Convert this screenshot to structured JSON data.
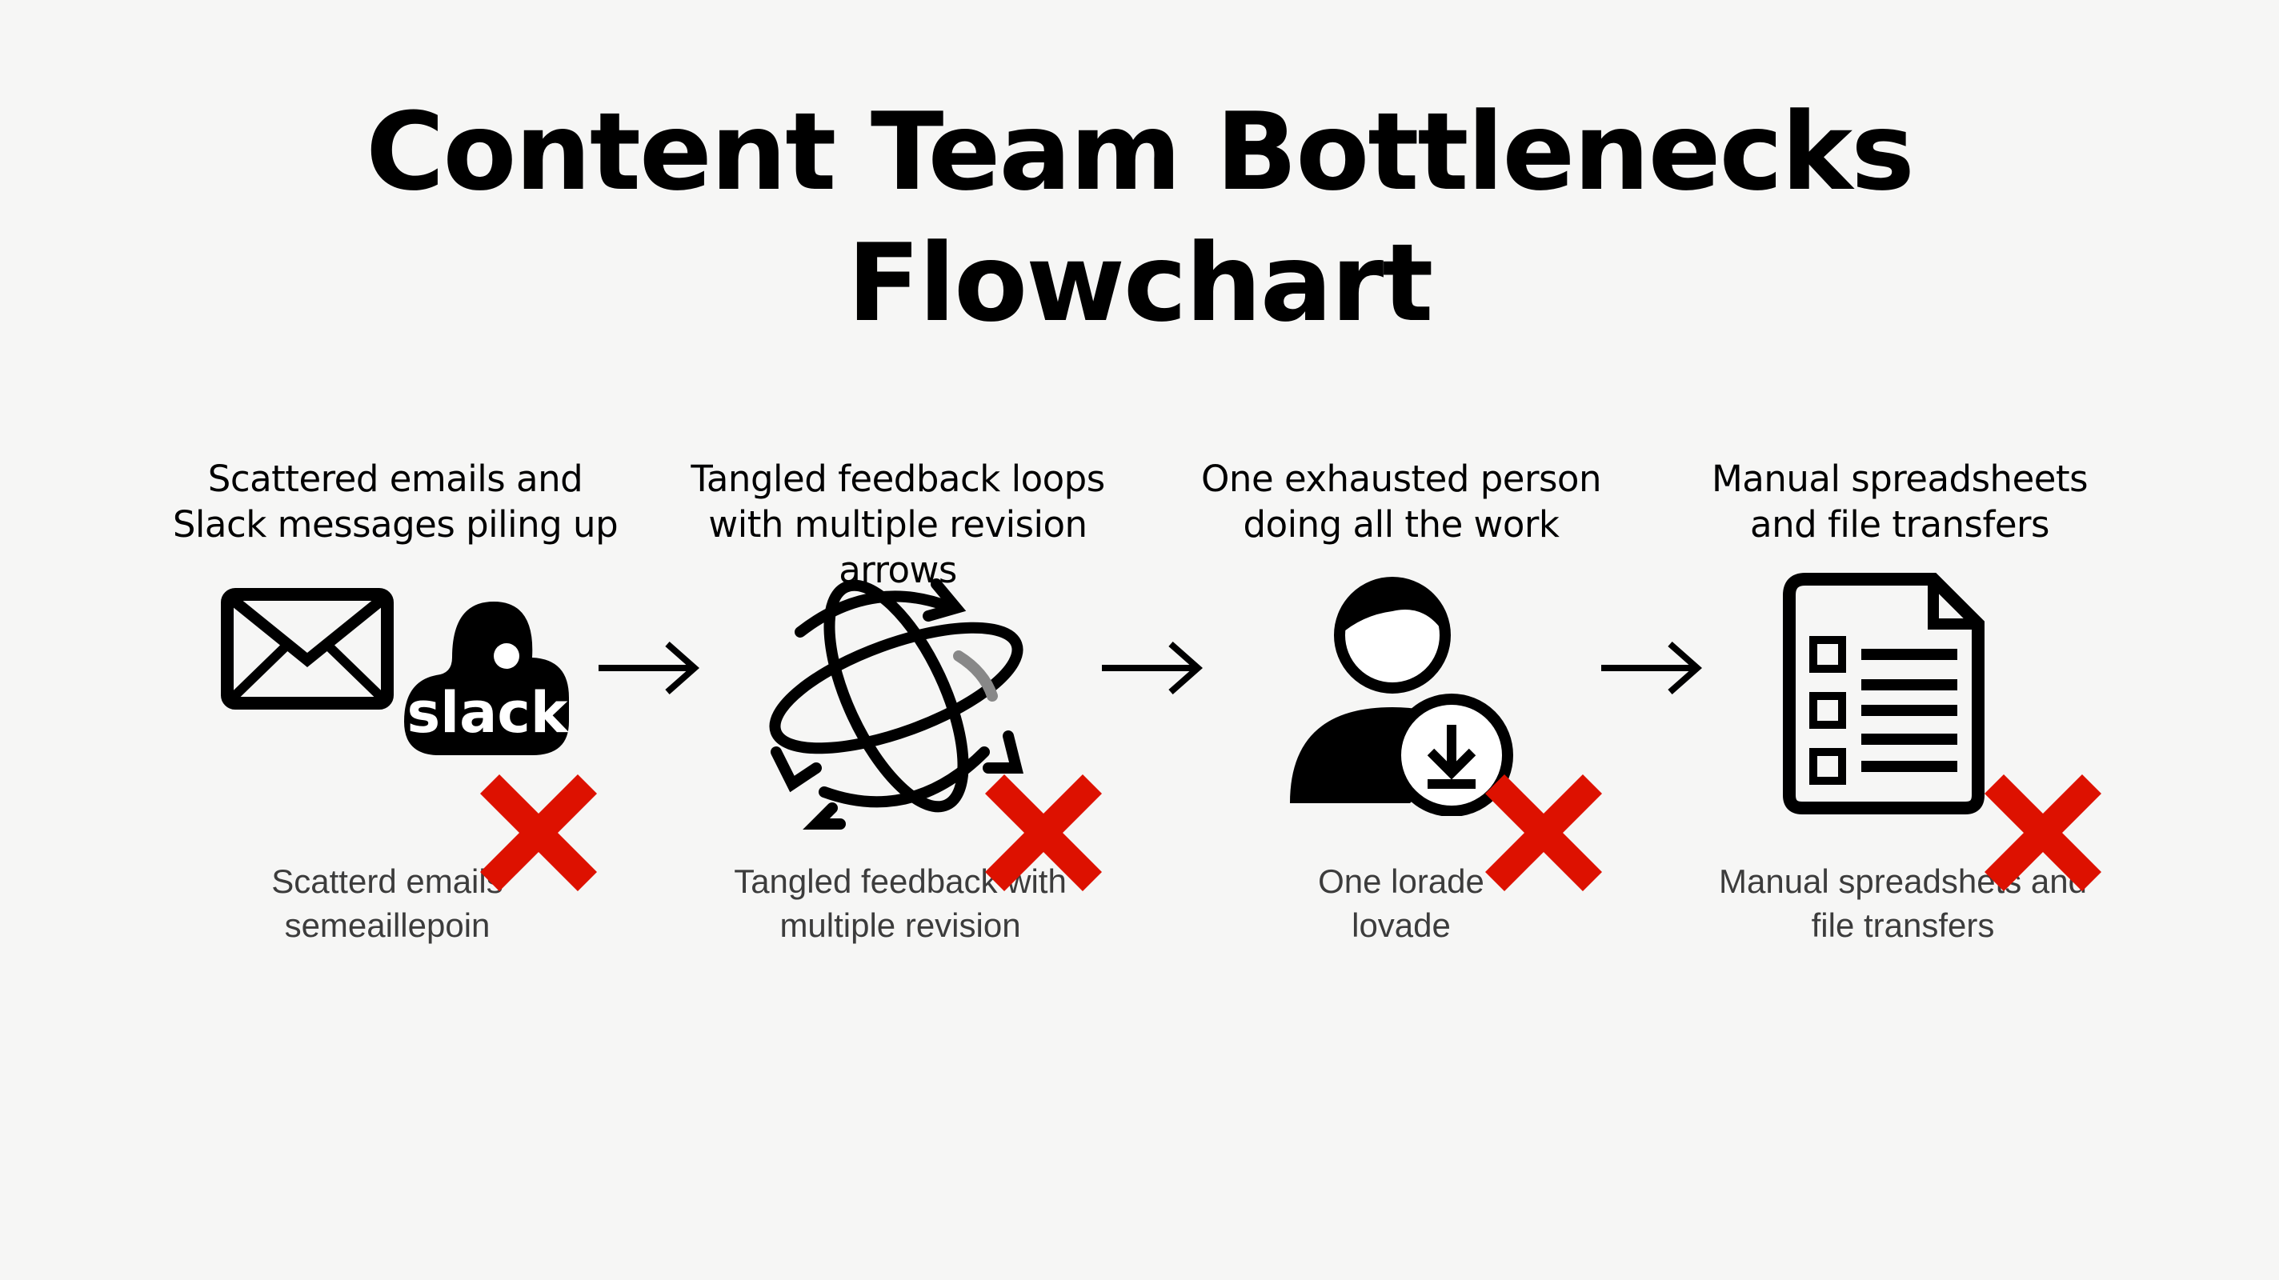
{
  "title": {
    "line1": "Content Team Bottlenecks",
    "line2": "Flowchart"
  },
  "steps": [
    {
      "caption": [
        "Scattered emails and",
        "Slack messages piling up"
      ],
      "subcaption": [
        "Scatterd emails",
        "semeaillepoin"
      ],
      "icons": [
        "envelope-icon",
        "slack-icon"
      ],
      "logo_text": "slack"
    },
    {
      "caption": [
        "Tangled feedback loops",
        "with multiple revision arrows"
      ],
      "subcaption": [
        "Tangled feedback with",
        "multiple revision"
      ],
      "icons": [
        "tangled-arrows-icon"
      ]
    },
    {
      "caption": [
        "One exhausted person",
        "doing all the work"
      ],
      "subcaption": [
        "One lorade",
        "lovade"
      ],
      "icons": [
        "person-download-icon"
      ]
    },
    {
      "caption": [
        "Manual spreadsheets",
        "and file transfers"
      ],
      "subcaption": [
        "Manual spreadshets and",
        "file transfers"
      ],
      "icons": [
        "document-checklist-icon"
      ]
    }
  ],
  "colors": {
    "cross": "#dd1100",
    "text": "#000000",
    "subtext": "#3c3c3c",
    "background": "#f6f6f5"
  }
}
